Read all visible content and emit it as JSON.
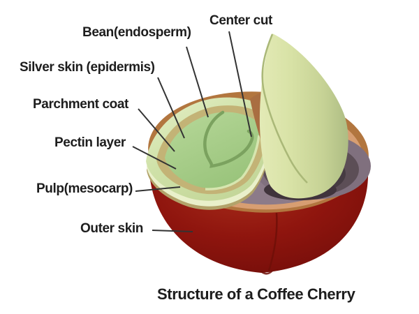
{
  "diagram": {
    "title": "Structure of a Coffee Cherry",
    "labels": [
      {
        "id": "center-cut",
        "text": "Center cut"
      },
      {
        "id": "bean",
        "text": "Bean(endosperm)"
      },
      {
        "id": "silver-skin",
        "text": "Silver skin (epidermis)"
      },
      {
        "id": "parchment",
        "text": "Parchment coat"
      },
      {
        "id": "pectin",
        "text": "Pectin layer"
      },
      {
        "id": "pulp",
        "text": "Pulp(mesocarp)"
      },
      {
        "id": "outer-skin",
        "text": "Outer skin"
      }
    ],
    "colors": {
      "background": "#FFFFFF",
      "label_text": "#1D1D1D",
      "leader_line": "#333333",
      "outer_skin_red": "#8F150E",
      "pulp_peach": "#D79E72",
      "rim_brown": "#B2763F",
      "pectin_gray_purple": "#8C7B89",
      "parchment_pale_green": "#CFE1A8",
      "silver_skin_khaki": "#C3B376",
      "bean_green": "#A9CE8B",
      "whole_bean_pale": "#D8E2A6"
    }
  }
}
